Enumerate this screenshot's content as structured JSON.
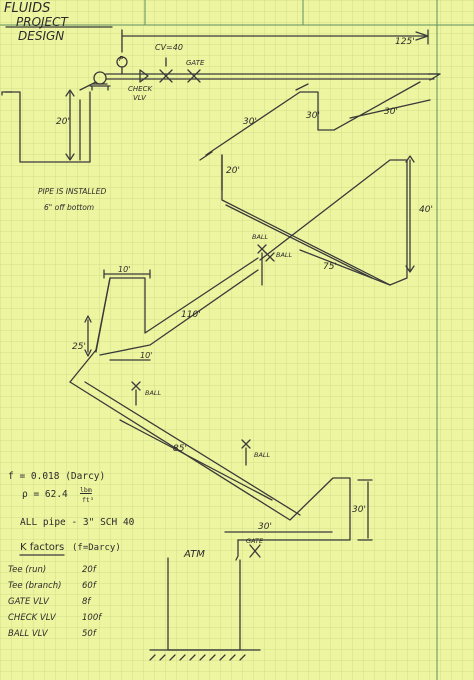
{
  "title": {
    "line1": "FLUIDS",
    "line2": "PROJECT",
    "line3": "DESIGN"
  },
  "labels": {
    "pump_tag": "P",
    "cv": "CV=40",
    "gate_top": "GATE",
    "check_vlv_1": "CHECK",
    "check_vlv_2": "VLV",
    "dim_125": "125'",
    "dim_20_tank": "20'",
    "pipe_note_1": "PIPE IS INSTALLED",
    "pipe_note_2": "6\" off bottom",
    "dim_30_left": "30'",
    "dim_30_vert": "30'",
    "dim_30_right": "30'",
    "dim_20_mid": "20'",
    "dim_40": "40'",
    "dim_75": "75'",
    "ball_upper_1": "BALL",
    "ball_upper_2": "BALL",
    "dim_10_top": "10'",
    "dim_110": "110'",
    "dim_25": "25'",
    "dim_10_bottom": "10'",
    "ball_mid": "BALL",
    "dim_85": "85'",
    "ball_lower": "BALL",
    "dim_30_vert_lower": "30'",
    "dim_30_horiz_lower": "30'",
    "gate_lower": "GATE",
    "atm": "ATM"
  },
  "notes": {
    "f_line": "f = 0.018 (Darcy)",
    "rho_prefix": "ρ = 62.4",
    "rho_num": "lbm",
    "rho_den": "ft³",
    "all_pipe": "ALL pipe - 3\" SCH 40",
    "kfactors_title": "K factors",
    "kfactors_note": "(f=Darcy)",
    "k_rows": [
      {
        "name": "Tee (run)",
        "value": "20f"
      },
      {
        "name": "Tee (branch)",
        "value": "60f"
      },
      {
        "name": "GATE VLV",
        "value": "8f"
      },
      {
        "name": "CHECK VLV",
        "value": "100f"
      },
      {
        "name": "BALL VLV",
        "value": "50f"
      }
    ]
  },
  "colors": {
    "paper": "#eef5a0",
    "grid": "#c3d77f",
    "ink": "#3a3a3a",
    "margin": "#5f8f5f"
  }
}
